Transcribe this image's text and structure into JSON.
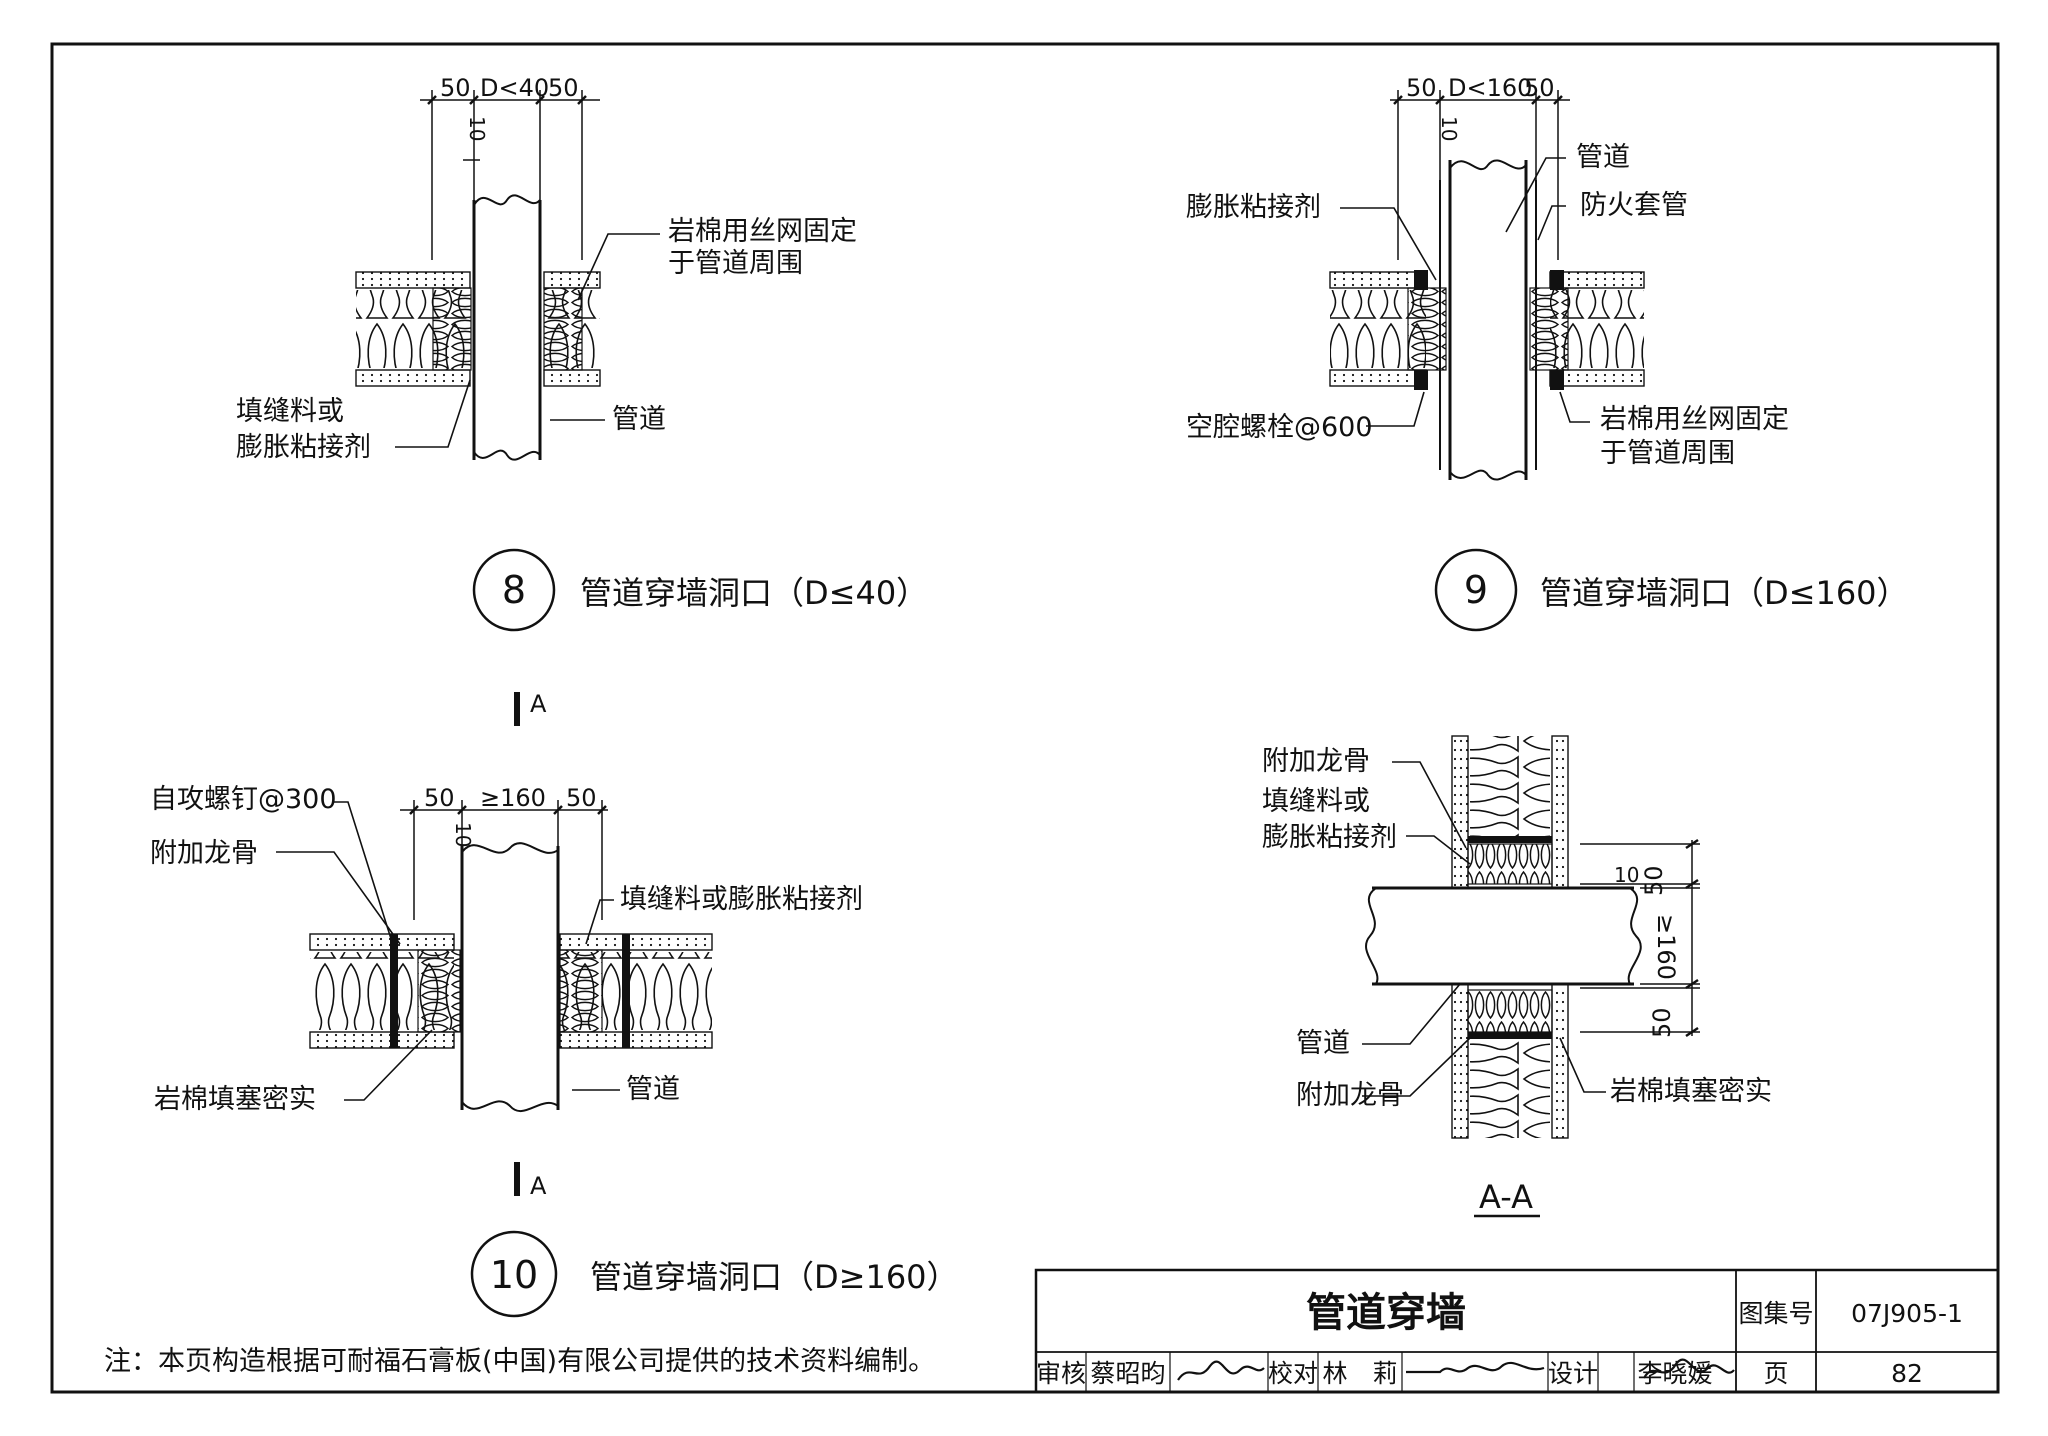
{
  "details": {
    "d8": {
      "number": "8",
      "caption": "管道穿墙洞口（D≤40）",
      "dims": {
        "left": "50",
        "mid": "D<40",
        "right": "50",
        "gap": "10"
      },
      "labels": {
        "rockwool_mesh_1": "岩棉用丝网固定",
        "rockwool_mesh_2": "于管道周围",
        "filler_1": "填缝料或",
        "filler_2": "膨胀粘接剂",
        "pipe": "管道"
      }
    },
    "d9": {
      "number": "9",
      "caption": "管道穿墙洞口（D≤160）",
      "dims": {
        "left": "50",
        "mid": "D<160",
        "right": "50",
        "gap": "10"
      },
      "labels": {
        "pipe": "管道",
        "adhesive": "膨胀粘接剂",
        "fire_sleeve": "防火套管",
        "bolt": "空腔螺栓@600",
        "rockwool_mesh_1": "岩棉用丝网固定",
        "rockwool_mesh_2": "于管道周围"
      }
    },
    "d10": {
      "number": "10",
      "caption": "管道穿墙洞口（D≥160）",
      "dims": {
        "left": "50",
        "mid": "≥160",
        "right": "50",
        "gap": "10"
      },
      "section_mark": "A",
      "labels": {
        "screw": "自攻螺钉@300",
        "stud": "附加龙骨",
        "filler": "填缝料或膨胀粘接剂",
        "rockwool": "岩棉填塞密实",
        "pipe": "管道"
      }
    },
    "aa": {
      "title": "A-A",
      "dims": {
        "top": "50",
        "mid": "≥160",
        "bottom": "50",
        "gap": "10"
      },
      "labels": {
        "stud_top": "附加龙骨",
        "filler_1": "填缝料或",
        "filler_2": "膨胀粘接剂",
        "pipe": "管道",
        "stud_bottom": "附加龙骨",
        "rockwool": "岩棉填塞密实"
      }
    }
  },
  "note": "注：本页构造根据可耐福石膏板(中国)有限公司提供的技术资料编制。",
  "title_block": {
    "title": "管道穿墙",
    "atlas_label": "图集号",
    "atlas_no": "07J905-1",
    "page_label": "页",
    "page_no": "82",
    "review_label": "审核",
    "reviewer": "蔡昭昀",
    "check_label": "校对",
    "checker": "林　莉",
    "design_label": "设计",
    "designer": "李晓媛"
  }
}
